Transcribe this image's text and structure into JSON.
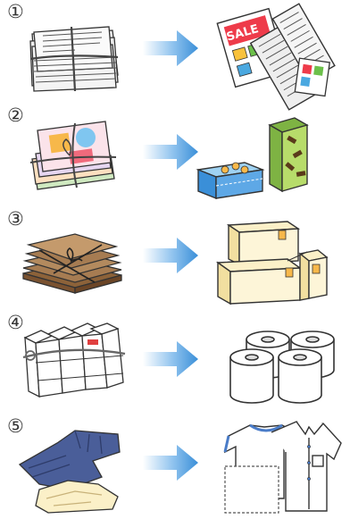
{
  "rows": [
    {
      "number": "①",
      "source_icon": "newspaper-bundle-icon",
      "result_icon": "newspapers-flyers-icon",
      "flyer_text": "SALE"
    },
    {
      "number": "②",
      "source_icon": "magazine-bundle-icon",
      "result_icon": "paper-boxes-icon"
    },
    {
      "number": "③",
      "source_icon": "cardboard-bundle-icon",
      "result_icon": "cardboard-boxes-icon"
    },
    {
      "number": "④",
      "source_icon": "milk-carton-bundle-icon",
      "result_icon": "toilet-paper-rolls-icon"
    },
    {
      "number": "⑤",
      "source_icon": "used-clothes-icon",
      "result_icon": "recycled-clothes-icon"
    }
  ],
  "colors": {
    "arrow": "#3a8fd8",
    "outline": "#333333",
    "cardboard": "#a67c52",
    "denim": "#4a5e99"
  }
}
